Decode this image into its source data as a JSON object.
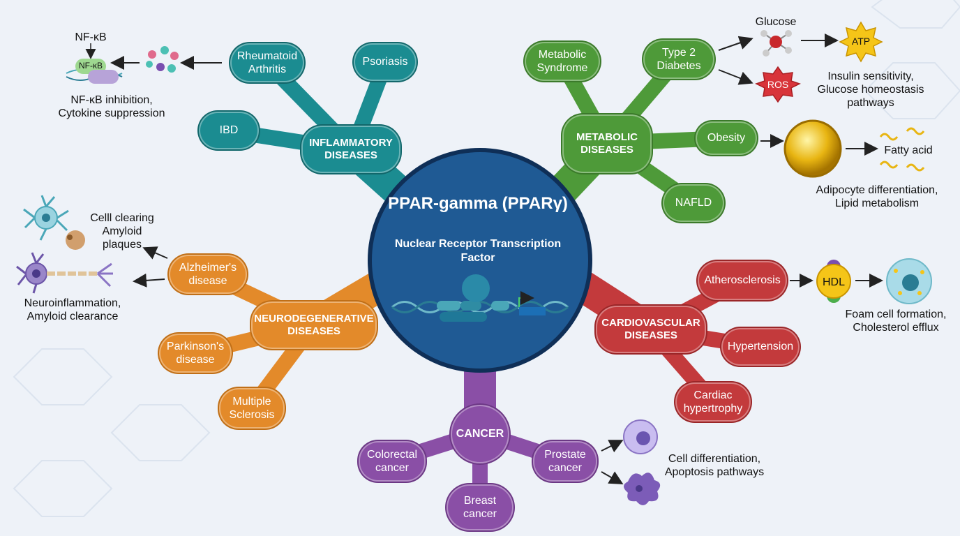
{
  "center": {
    "title": "PPAR-gamma\n(PPARγ)",
    "subtitle": "Nuclear Receptor\nTranscription Factor"
  },
  "inflammatory": {
    "hub": "INFLAMMATORY\nDISEASES",
    "ra": "Rheumatoid\nArthritis",
    "psoriasis": "Psoriasis",
    "ibd": "IBD",
    "nfkb_top": "NF-κB",
    "nfkb_box": "NF-κB",
    "annotation": "NF-κB inhibition,\nCytokine suppression"
  },
  "metabolic": {
    "hub": "METABOLIC\nDISEASES",
    "metsyn": "Metabolic\nSyndrome",
    "t2d": "Type 2\nDiabetes",
    "obesity": "Obesity",
    "nafld": "NAFLD",
    "glucose": "Glucose",
    "atp": "ATP",
    "ros": "ROS",
    "insulin_note": "Insulin sensitivity,\nGlucose homeostasis\npathways",
    "fatty_acid": "Fatty acid",
    "adipocyte_note": "Adipocyte differentiation,\nLipid metabolism"
  },
  "neuro": {
    "hub": "NEURODEGENERATIVE\nDISEASES",
    "alz": "Alzheimer's\ndisease",
    "park": "Parkinson's\ndisease",
    "ms": "Multiple\nSclerosis",
    "clearing_note": "Celll clearing\nAmyloid\nplaques",
    "neuro_note": "Neuroinflammation,\nAmyloid clearance"
  },
  "cardio": {
    "hub": "CARDIOVASCULAR\nDISEASES",
    "athero": "Atherosclerosis",
    "htn": "Hypertension",
    "cardiac": "Cardiac\nhypertrophy",
    "hdl": "HDL",
    "foam_note": "Foam cell formation,\nCholesterol efflux"
  },
  "cancer": {
    "hub": "CANCER",
    "colorectal": "Colorectal\ncancer",
    "breast": "Breast\ncancer",
    "prostate": "Prostate\ncancer",
    "diff_note": "Cell differentiation,\nApoptosis pathways"
  },
  "colors": {
    "teal": "#1b8c91",
    "green": "#4e9a39",
    "orange": "#e38a2a",
    "red": "#c33a3c",
    "purple": "#8a4fa6",
    "center": "#1f5a94"
  }
}
